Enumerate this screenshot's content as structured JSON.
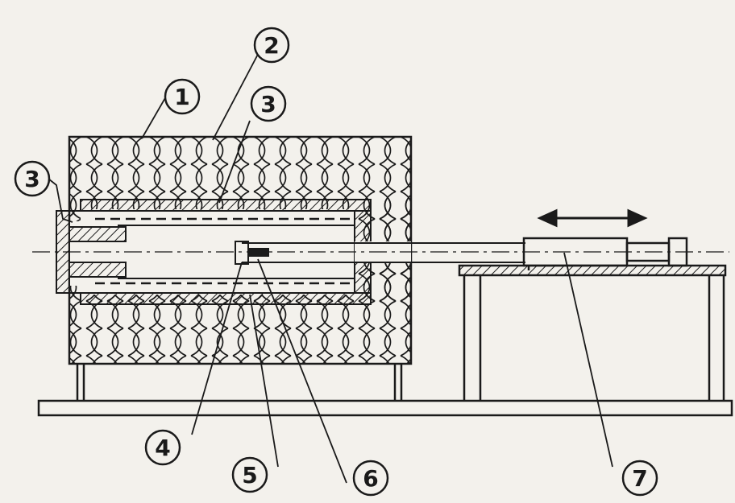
{
  "diagram": {
    "callouts": [
      "1",
      "2",
      "3",
      "3",
      "4",
      "5",
      "6",
      "7"
    ],
    "colors": {
      "ink": "#1a1a1a",
      "paper": "#f3f1ec"
    }
  }
}
